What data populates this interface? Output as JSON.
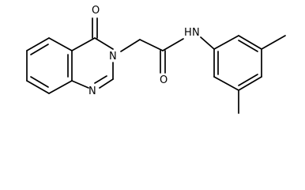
{
  "molecule": {
    "atoms": {
      "O_keto": "O",
      "N3": "N",
      "N1": "N",
      "N_amide": "N",
      "H_amide": "H",
      "O_amide": "O"
    },
    "colors": {
      "bond": "#000000",
      "atom_label": "#000000",
      "background": "#ffffff"
    }
  }
}
